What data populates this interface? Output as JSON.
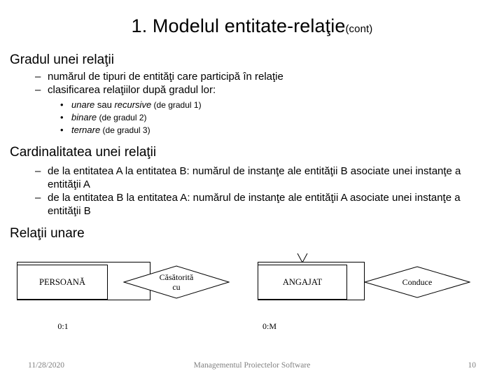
{
  "slide": {
    "title_main": "1. Modelul entitate-relaţie",
    "title_suffix": "(cont)",
    "sections": [
      {
        "heading": "Gradul unei relaţii",
        "level2": [
          "numărul de tipuri de entităţi care participă în relaţie",
          "clasificarea relaţiilor după gradul lor:"
        ],
        "level3": [
          {
            "a": "unare",
            "b": " sau ",
            "c": "recursive",
            "d": " (de gradul 1)"
          },
          {
            "a": "binare",
            "b": "",
            "c": "",
            "d": " (de gradul 2)"
          },
          {
            "a": "ternare",
            "b": "",
            "c": "",
            "d": " (de gradul 3)"
          }
        ]
      },
      {
        "heading": "Cardinalitatea unei relaţii",
        "level2": [
          "de la entitatea A la entitatea B: numărul de instanţe ale entităţii B asociate unei instanţe a entităţii A",
          "de la entitatea B la entitatea A: numărul de instanţe ale entităţii A asociate unei instanţe a entităţii B"
        ]
      },
      {
        "heading": "Relaţii unare"
      }
    ],
    "dash": "–",
    "bullet": "•"
  },
  "diagram": {
    "entity1": "PERSOANĂ",
    "relationship1_line1": "Căsătorită",
    "relationship1_line2": "cu",
    "cardinality1": "0:1",
    "entity2": "ANGAJAT",
    "relationship2": "Conduce",
    "cardinality2": "0:M"
  },
  "footer": {
    "date": "11/28/2020",
    "center": "Managementul Proiectelor Software",
    "page": "10"
  },
  "colors": {
    "text": "#000000",
    "footer": "#808080",
    "line": "#000000",
    "background": "#ffffff"
  }
}
